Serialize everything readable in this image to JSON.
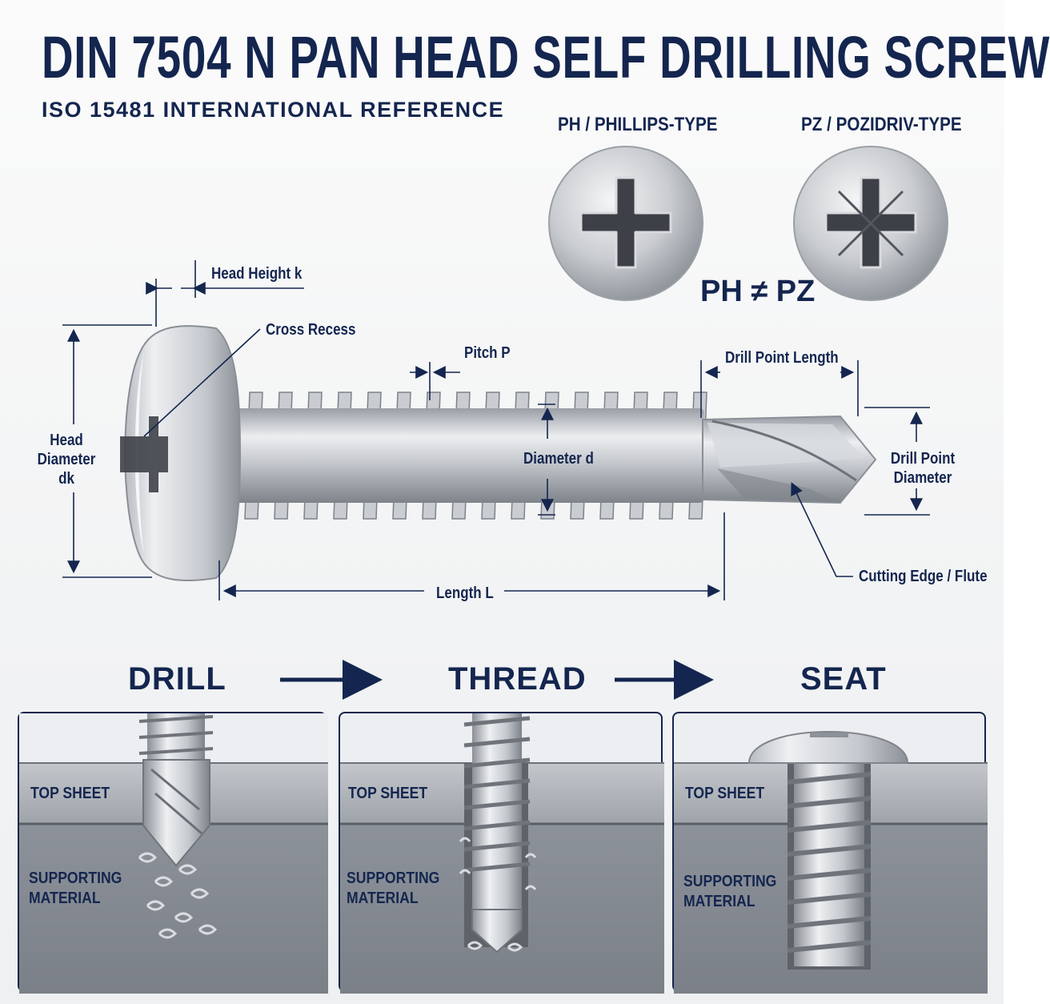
{
  "title": "DIN 7504 N PAN HEAD SELF DRILLING SCREW",
  "subtitle": "ISO 15481 INTERNATIONAL REFERENCE",
  "drives": {
    "ph_label": "PH / PHILLIPS-TYPE",
    "pz_label": "PZ / POZIDRIV-TYPE",
    "comparison": "PH ≠ PZ"
  },
  "callouts": {
    "head_height": "Head Height k",
    "cross_recess": "Cross Recess",
    "pitch": "Pitch P",
    "drill_point_length": "Drill Point Length",
    "head_diameter": "Head\nDiameter\ndk",
    "diameter": "Diameter d",
    "drill_point_diameter": "Drill Point\nDiameter",
    "length": "Length L",
    "cutting_edge": "Cutting Edge / Flute"
  },
  "steps": [
    {
      "title": "DRILL",
      "top_sheet": "TOP SHEET",
      "support": "SUPPORTING\nMATERIAL"
    },
    {
      "title": "THREAD",
      "top_sheet": "TOP SHEET",
      "support": "SUPPORTING\nMATERIAL"
    },
    {
      "title": "SEAT",
      "top_sheet": "TOP SHEET",
      "support": "SUPPORTING\nMATERIAL"
    }
  ],
  "colors": {
    "navy": "#14264f",
    "steel_light": "#e9ebee",
    "steel_mid": "#b9bdc3",
    "steel_dark": "#7b8088",
    "sheet": "#a9adb3",
    "support": "#858a92"
  }
}
